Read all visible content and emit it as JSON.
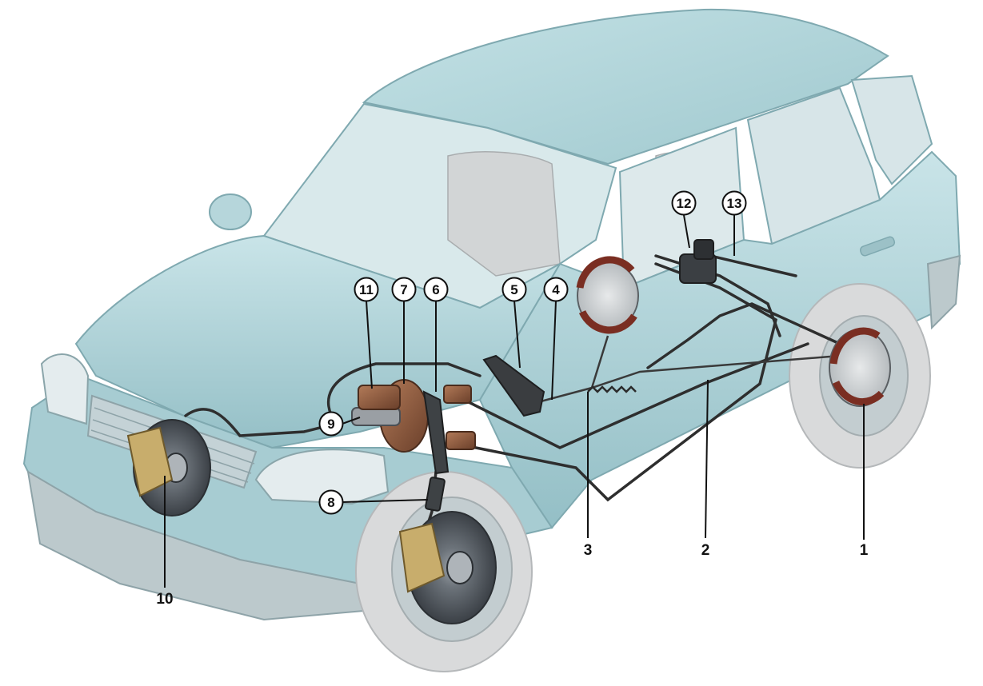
{
  "colors": {
    "body": "#a9d0d6",
    "body_light": "#c6e3e7",
    "body_dark": "#86b4bc",
    "glass": "#d7e8ea",
    "interior": "#d3d6d7",
    "tire": "#d8d9da",
    "rim": "#b9c4c7",
    "brake_pipe": "#2e2e2e",
    "copper": "#8a5a3f",
    "gold": "#c9ae6e",
    "disc": "#4a4f56",
    "callout_line": "#111111"
  },
  "callouts": [
    {
      "id": "1",
      "text": "1",
      "style": "plain"
    },
    {
      "id": "2",
      "text": "2",
      "style": "plain"
    },
    {
      "id": "3",
      "text": "3",
      "style": "plain"
    },
    {
      "id": "4",
      "text": "4",
      "style": "circle"
    },
    {
      "id": "5",
      "text": "5",
      "style": "circle"
    },
    {
      "id": "6",
      "text": "6",
      "style": "circle"
    },
    {
      "id": "7",
      "text": "7",
      "style": "circle"
    },
    {
      "id": "8",
      "text": "8",
      "style": "circle"
    },
    {
      "id": "9",
      "text": "9",
      "style": "circle"
    },
    {
      "id": "10",
      "text": "10",
      "style": "plain"
    },
    {
      "id": "11",
      "text": "11",
      "style": "circle"
    },
    {
      "id": "12",
      "text": "12",
      "style": "circle"
    },
    {
      "id": "13",
      "text": "13",
      "style": "circle"
    }
  ]
}
